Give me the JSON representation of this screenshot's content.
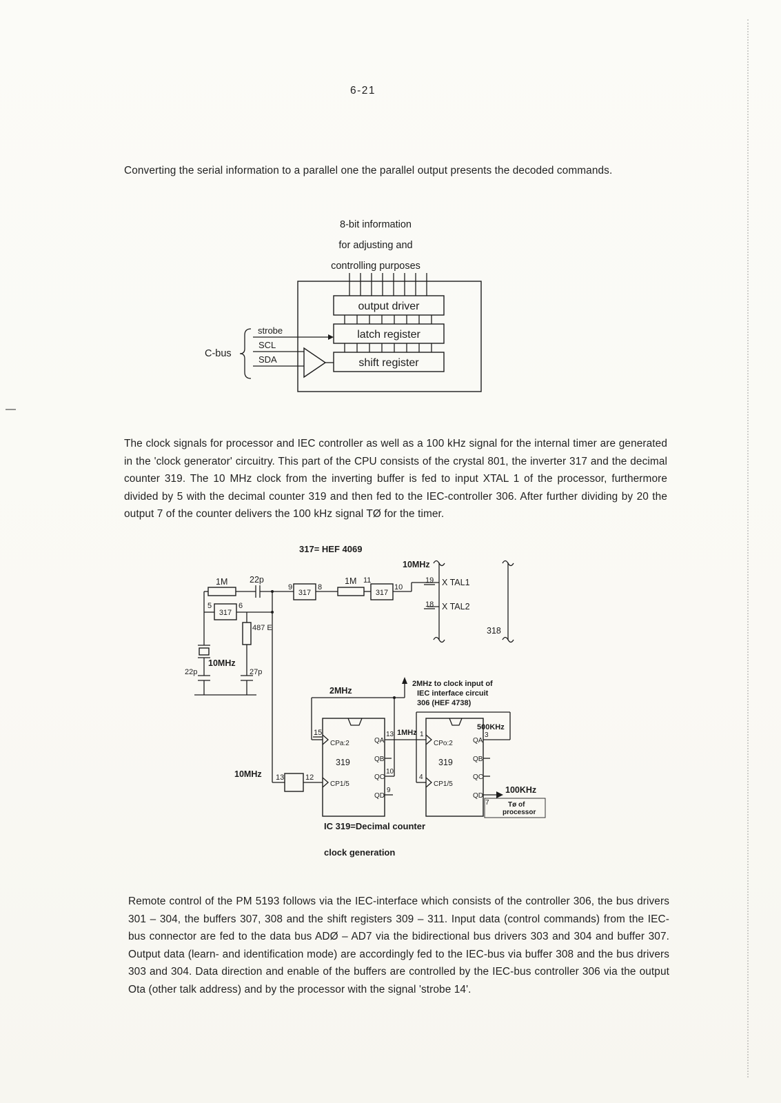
{
  "page": {
    "number": "6-21"
  },
  "paragraphs": {
    "p1": "Converting the serial information to a parallel one the parallel output presents the decoded commands.",
    "p2": "The clock signals for processor and IEC controller as well as a 100 kHz signal for the internal timer are generated in the 'clock generator' circuitry. This part of the CPU consists of the crystal 801, the inverter 317 and the decimal counter 319. The 10 MHz clock from the inverting buffer is fed to input XTAL 1 of the processor, furthermore divided by 5 with the decimal counter 319 and then fed to the IEC-controller 306. After further dividing by 20 the output 7 of the counter delivers the 100 kHz signal TØ for the timer.",
    "p3": "Remote control of the PM 5193 follows via the IEC-interface which consists of the controller 306, the bus drivers 301 – 304, the buffers 307, 308 and the shift registers 309 – 311. Input data (control commands) from the IEC-bus connector are fed to the data bus ADØ – AD7 via the bidirectional bus drivers 303 and 304 and buffer 307. Output data (learn- and identification mode) are accordingly fed to the IEC-bus via buffer 308 and the bus drivers 303 and 304. Data direction and enable of the buffers are controlled by the IEC-bus controller 306 via the output Ota (other talk address) and by the processor with the signal 'strobe 14'."
  },
  "block_diagram": {
    "header_lines": [
      "8-bit information",
      "for adjusting and",
      "controlling purposes"
    ],
    "output_driver": "output driver",
    "latch_register": "latch register",
    "shift_register": "shift register",
    "cbus": "C-bus",
    "strobe": "strobe",
    "scl": "SCL",
    "sda": "SDA"
  },
  "circuit": {
    "title": "317= HEF 4069",
    "mhz10_top": "10MHz",
    "pin19": "19",
    "xtal1": "X TAL1",
    "pin18": "18",
    "xtal2": "X TAL2",
    "ic318": "318",
    "r1": "1M",
    "c1": "22p",
    "pin9": "9",
    "pin8": "8",
    "inv1": "317",
    "r2": "1M",
    "pin11": "11",
    "pin10": "10",
    "inv2": "317",
    "pin5": "5",
    "pin6": "6",
    "inv0": "317",
    "r3": "487 E",
    "xtal_freq": "10MHz",
    "c2": "22p",
    "c3": "27p",
    "mhz2": "2MHz",
    "iec_note": [
      "2MHz to clock input of",
      "IEC interface circuit",
      "306 (HEF 4738)"
    ],
    "mhz10_in": "10MHz",
    "pin13buf": "13",
    "pin12buf": "12",
    "pin15": "15",
    "cpa": "CPa:2",
    "ctr1_name": "319",
    "cp15a": "CP1/5",
    "qa": "QA",
    "qb": "QB",
    "qc": "QC",
    "qd": "QD",
    "pin13": "13",
    "pin10q": "10",
    "pin9q": "9",
    "mhz1": "1MHz",
    "pin1": "1",
    "cpo": "CPo:2",
    "ctr2_name": "319",
    "cp15b": "CP1/5",
    "pin4": "4",
    "pin3": "3",
    "khz500": "500KHz",
    "pin7": "7",
    "khz100": "100KHz",
    "t0a": "Tø of",
    "t0b": "processor",
    "caption1": "IC 319=Decimal counter",
    "caption2": "clock generation"
  }
}
